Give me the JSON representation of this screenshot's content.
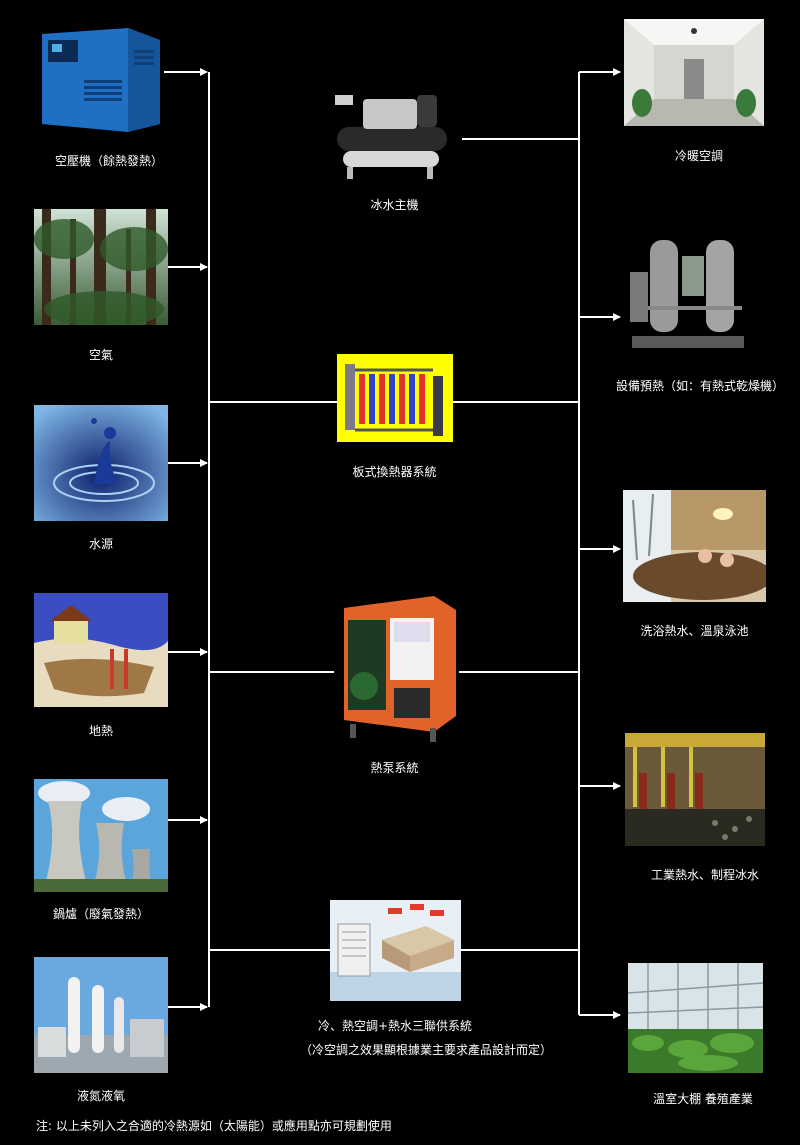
{
  "sources": [
    {
      "label": "空壓機（餘熱發熱）",
      "icon": "air-compressor-photo"
    },
    {
      "label": "空氣",
      "icon": "forest-photo"
    },
    {
      "label": "水源",
      "icon": "water-splash-photo"
    },
    {
      "label": "地熱",
      "icon": "geothermal-photo"
    },
    {
      "label": "鍋爐（廢氣發熱）",
      "icon": "cooling-tower-photo"
    },
    {
      "label": "液氮液氧",
      "icon": "gas-tank-photo"
    }
  ],
  "systems": [
    {
      "label": "冰水主機",
      "icon": "water-chiller-photo"
    },
    {
      "label": "板式換熱器系統",
      "icon": "plate-heat-exchanger-diagram"
    },
    {
      "label": "熱泵系統",
      "icon": "heat-pump-unit-photo"
    },
    {
      "label": "冷、熱空調+熱水三聯供系統",
      "sub_label": "（冷空調之效果顯根據業主要求產品設計而定）",
      "icon": "triple-supply-system-photo"
    }
  ],
  "applications": [
    {
      "label": "冷暖空調",
      "icon": "office-interior-photo"
    },
    {
      "label": "設備預熱（如：有熱式乾燥機）",
      "icon": "dryer-equipment-photo"
    },
    {
      "label": "洗浴熱水、溫泉泳池",
      "icon": "hot-spring-photo"
    },
    {
      "label": "工業熱水、制程冰水",
      "icon": "industrial-tank-photo"
    },
    {
      "label": "溫室大棚 養殖產業",
      "icon": "greenhouse-photo"
    }
  ],
  "note": "注: 以上未列入之合適的冷熱源如（太陽能）或應用點亦可規劃使用",
  "colors": {
    "background": "#000000",
    "line": "#ffffff",
    "text": "#ffffff",
    "exchanger_bg": "#ffff00"
  }
}
